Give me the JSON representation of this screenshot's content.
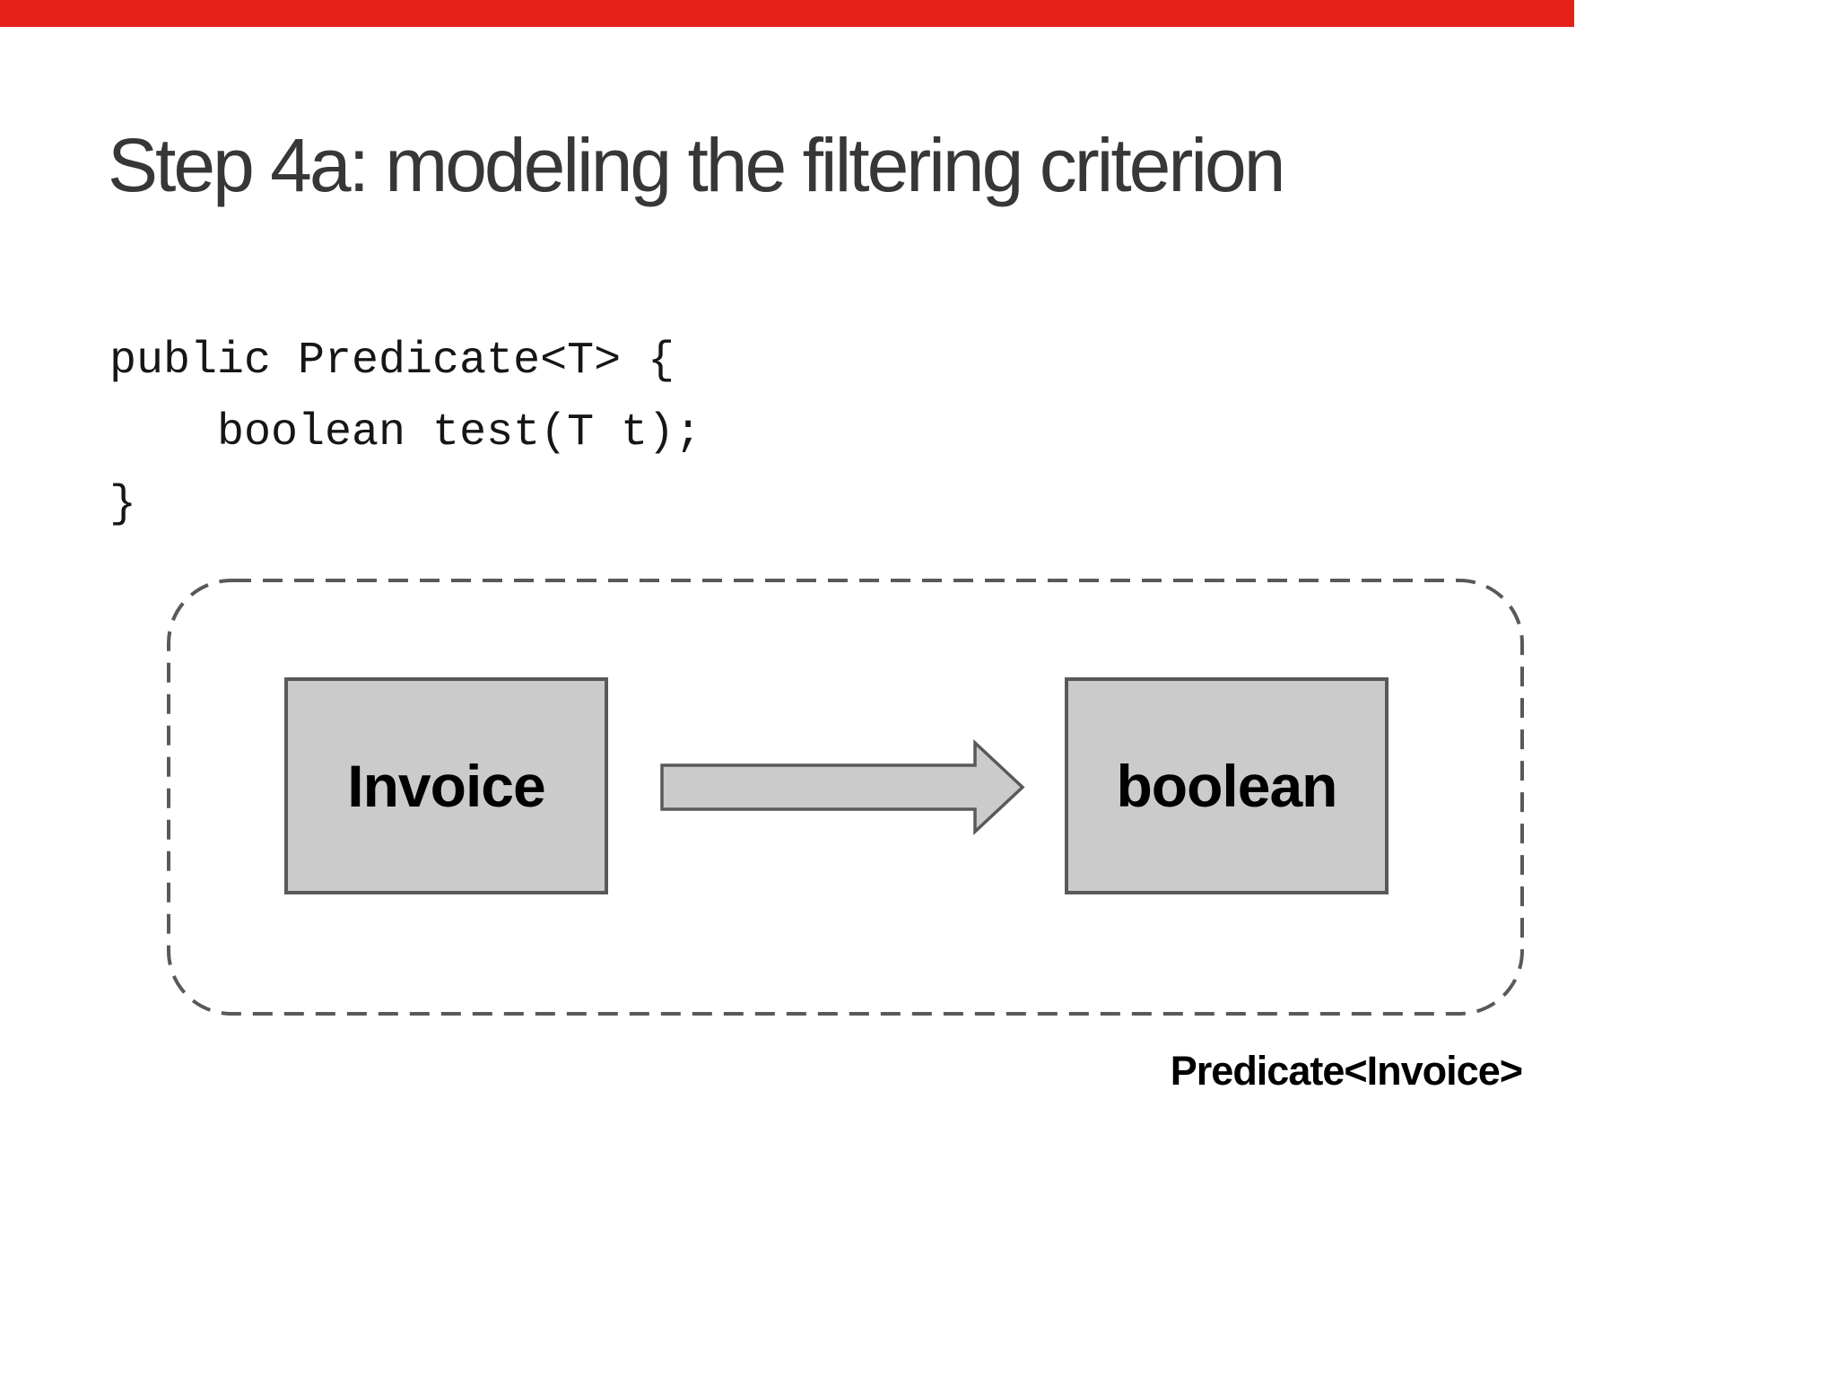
{
  "slide": {
    "title": "Step 4a: modeling the filtering criterion",
    "code_lines": [
      "public Predicate<T> {",
      "    boolean test(T t);",
      "}"
    ],
    "diagram": {
      "input_label": "Invoice",
      "output_label": "boolean",
      "caption": "Predicate<Invoice>",
      "box_fill_color": "#cbcbcb",
      "box_border_color": "#595959",
      "boundary_color": "#595959",
      "arrow_direction": "right"
    },
    "video_progress_bar": {
      "color": "#e62117",
      "progress_percent": "86"
    }
  }
}
